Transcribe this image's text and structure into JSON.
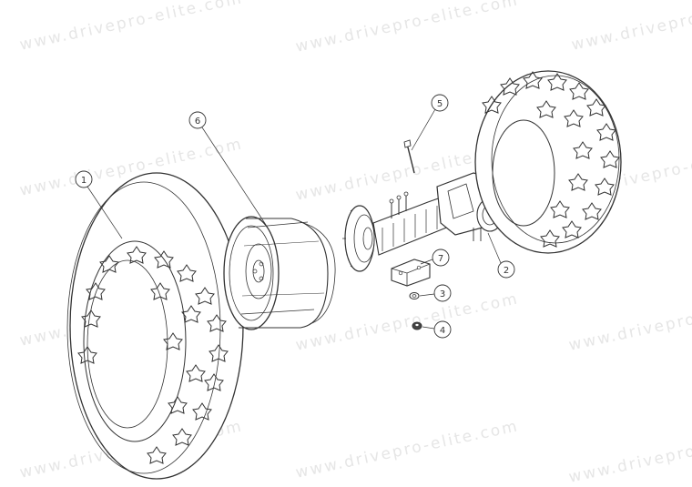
{
  "watermark": {
    "text": "www.drivepro-elite.com",
    "color": "#e6e6e6"
  },
  "callouts": [
    {
      "id": "1",
      "part": "tire-left"
    },
    {
      "id": "6",
      "part": "wheel-rim"
    },
    {
      "id": "5",
      "part": "stud-bolt"
    },
    {
      "id": "7",
      "part": "mount-bracket"
    },
    {
      "id": "3",
      "part": "washer"
    },
    {
      "id": "4",
      "part": "nut"
    },
    {
      "id": "2",
      "part": "rear-axle-assembly"
    }
  ],
  "colors": {
    "line": "#333333",
    "background": "#ffffff"
  }
}
